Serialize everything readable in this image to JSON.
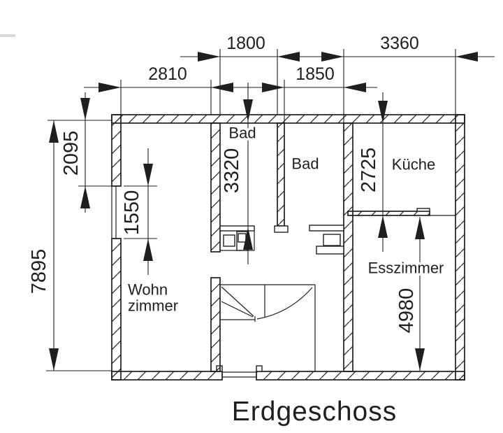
{
  "title": "Erdgeschoss",
  "rooms": {
    "bad1": "Bad",
    "bad2": "Bad",
    "kueche": "Küche",
    "esszimmer": "Esszimmer",
    "wohnzimmer_line1": "Wohn",
    "wohnzimmer_line2": "zimmer"
  },
  "dimensions": {
    "bad1_width": "1800",
    "kueche_width": "3360",
    "wohnzimmer_width": "2810",
    "bad2_width": "1850",
    "left_total_height": "7895",
    "left_upper_height": "2095",
    "window_width": "1550",
    "bad_depth": "3320",
    "kueche_depth": "2725",
    "esszimmer_depth": "4980"
  },
  "colors": {
    "line": "#1f1f1f",
    "background": "#ffffff"
  }
}
